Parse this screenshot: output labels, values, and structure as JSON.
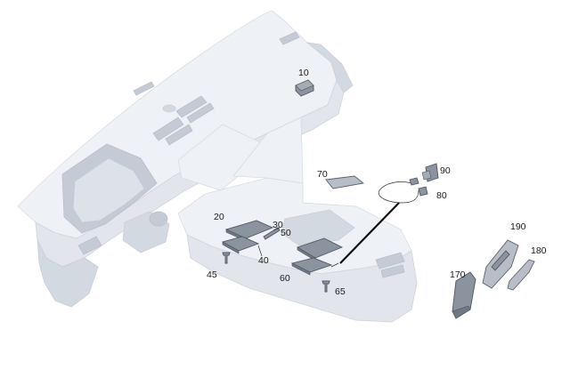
{
  "callouts": [
    {
      "id": "10",
      "label": "10"
    },
    {
      "id": "20",
      "label": "20"
    },
    {
      "id": "30",
      "label": "30"
    },
    {
      "id": "40",
      "label": "40"
    },
    {
      "id": "45",
      "label": "45"
    },
    {
      "id": "50",
      "label": "50"
    },
    {
      "id": "60",
      "label": "60"
    },
    {
      "id": "65",
      "label": "65"
    },
    {
      "id": "70",
      "label": "70"
    },
    {
      "id": "80",
      "label": "80"
    },
    {
      "id": "90",
      "label": "90"
    },
    {
      "id": "170",
      "label": "170"
    },
    {
      "id": "180",
      "label": "180"
    },
    {
      "id": "190",
      "label": "190"
    }
  ]
}
